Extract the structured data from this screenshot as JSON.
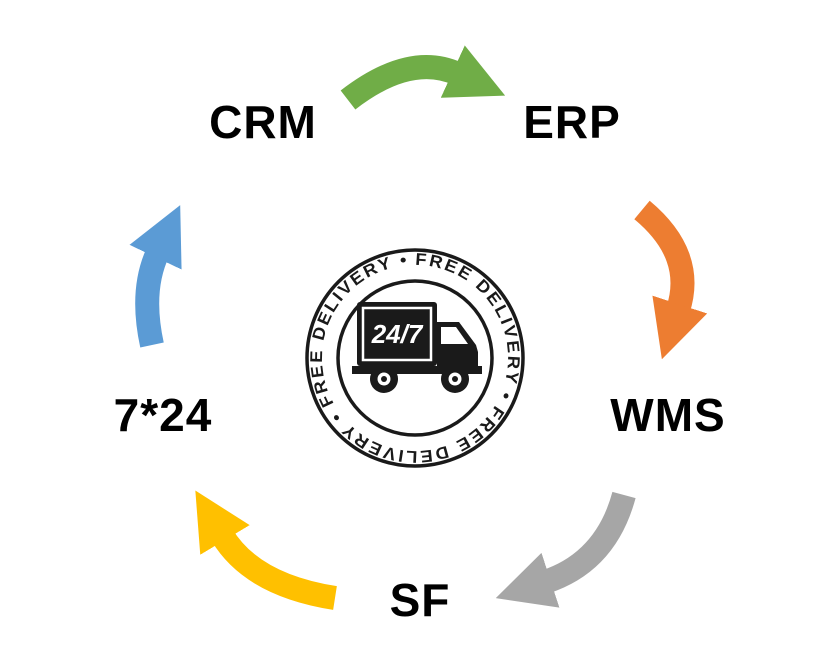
{
  "nodes": [
    {
      "id": "crm",
      "label": "CRM"
    },
    {
      "id": "erp",
      "label": "ERP"
    },
    {
      "id": "wms",
      "label": "WMS"
    },
    {
      "id": "sf",
      "label": "SF"
    },
    {
      "id": "seven24",
      "label": "7*24"
    }
  ],
  "arrows": [
    {
      "name": "crm-to-erp",
      "color": "#70AD47"
    },
    {
      "name": "erp-to-wms",
      "color": "#ED7D31"
    },
    {
      "name": "wms-to-sf",
      "color": "#A6A6A6"
    },
    {
      "name": "sf-to-724",
      "color": "#FFC000"
    },
    {
      "name": "724-to-crm",
      "color": "#5B9BD5"
    }
  ],
  "badge": {
    "ring_text": "FREE DELIVERY • FREE DELIVERY • FREE DELIVERY • ",
    "hours": "24/7",
    "ink": "#1a1a1a",
    "paper": "#ffffff"
  }
}
